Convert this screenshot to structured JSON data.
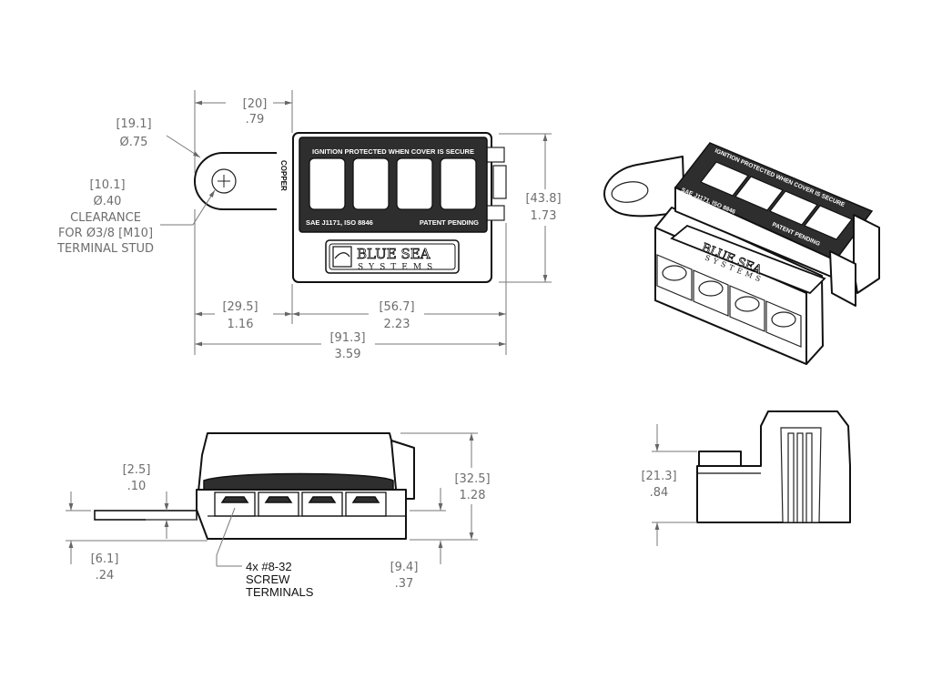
{
  "drawing": {
    "colors": {
      "line": "#111111",
      "dimension": "#6e6e6e",
      "fill_dark": "#2e2e2e",
      "background": "#ffffff"
    },
    "top_view": {
      "label_top": "IGNITION PROTECTED WHEN COVER IS SECURE",
      "label_left": "SAE J1171, ISO 8846",
      "label_right": "PATENT PENDING",
      "side_label": "COPPER",
      "brand_line1": "BLUE SEA",
      "brand_line2": "SYSTEMS"
    },
    "iso_view": {
      "label_top": "IGNITION PROTECTED WHEN COVER IS SECURE",
      "label_left": "SAE J1171, ISO 8846",
      "label_right": "PATENT PENDING",
      "brand_line1": "BLUE SEA",
      "brand_line2": "SYSTEMS"
    },
    "dimensions": {
      "stud_dia": {
        "mm": "[19.1]",
        "in": "Ø.75"
      },
      "tab_offset": {
        "mm": "[20]",
        "in": ".79"
      },
      "clearance": {
        "mm": "[10.1]",
        "in": "Ø.40",
        "line1": "CLEARANCE",
        "line2": "FOR Ø3/8 [M10]",
        "line3": "TERMINAL STUD"
      },
      "height": {
        "mm": "[43.8]",
        "in": "1.73"
      },
      "tab_length": {
        "mm": "[29.5]",
        "in": "1.16"
      },
      "body_length": {
        "mm": "[56.7]",
        "in": "2.23"
      },
      "overall_length": {
        "mm": "[91.3]",
        "in": "3.59"
      },
      "bar_thickness": {
        "mm": "[2.5]",
        "in": ".10"
      },
      "bar_height": {
        "mm": "[6.1]",
        "in": ".24"
      },
      "overall_height": {
        "mm": "[32.5]",
        "in": "1.28"
      },
      "terminal_height": {
        "mm": "[9.4]",
        "in": ".37"
      },
      "end_height": {
        "mm": "[21.3]",
        "in": ".84"
      }
    },
    "callout": {
      "line1": "4x #8-32",
      "line2": "SCREW",
      "line3": "TERMINALS"
    }
  }
}
